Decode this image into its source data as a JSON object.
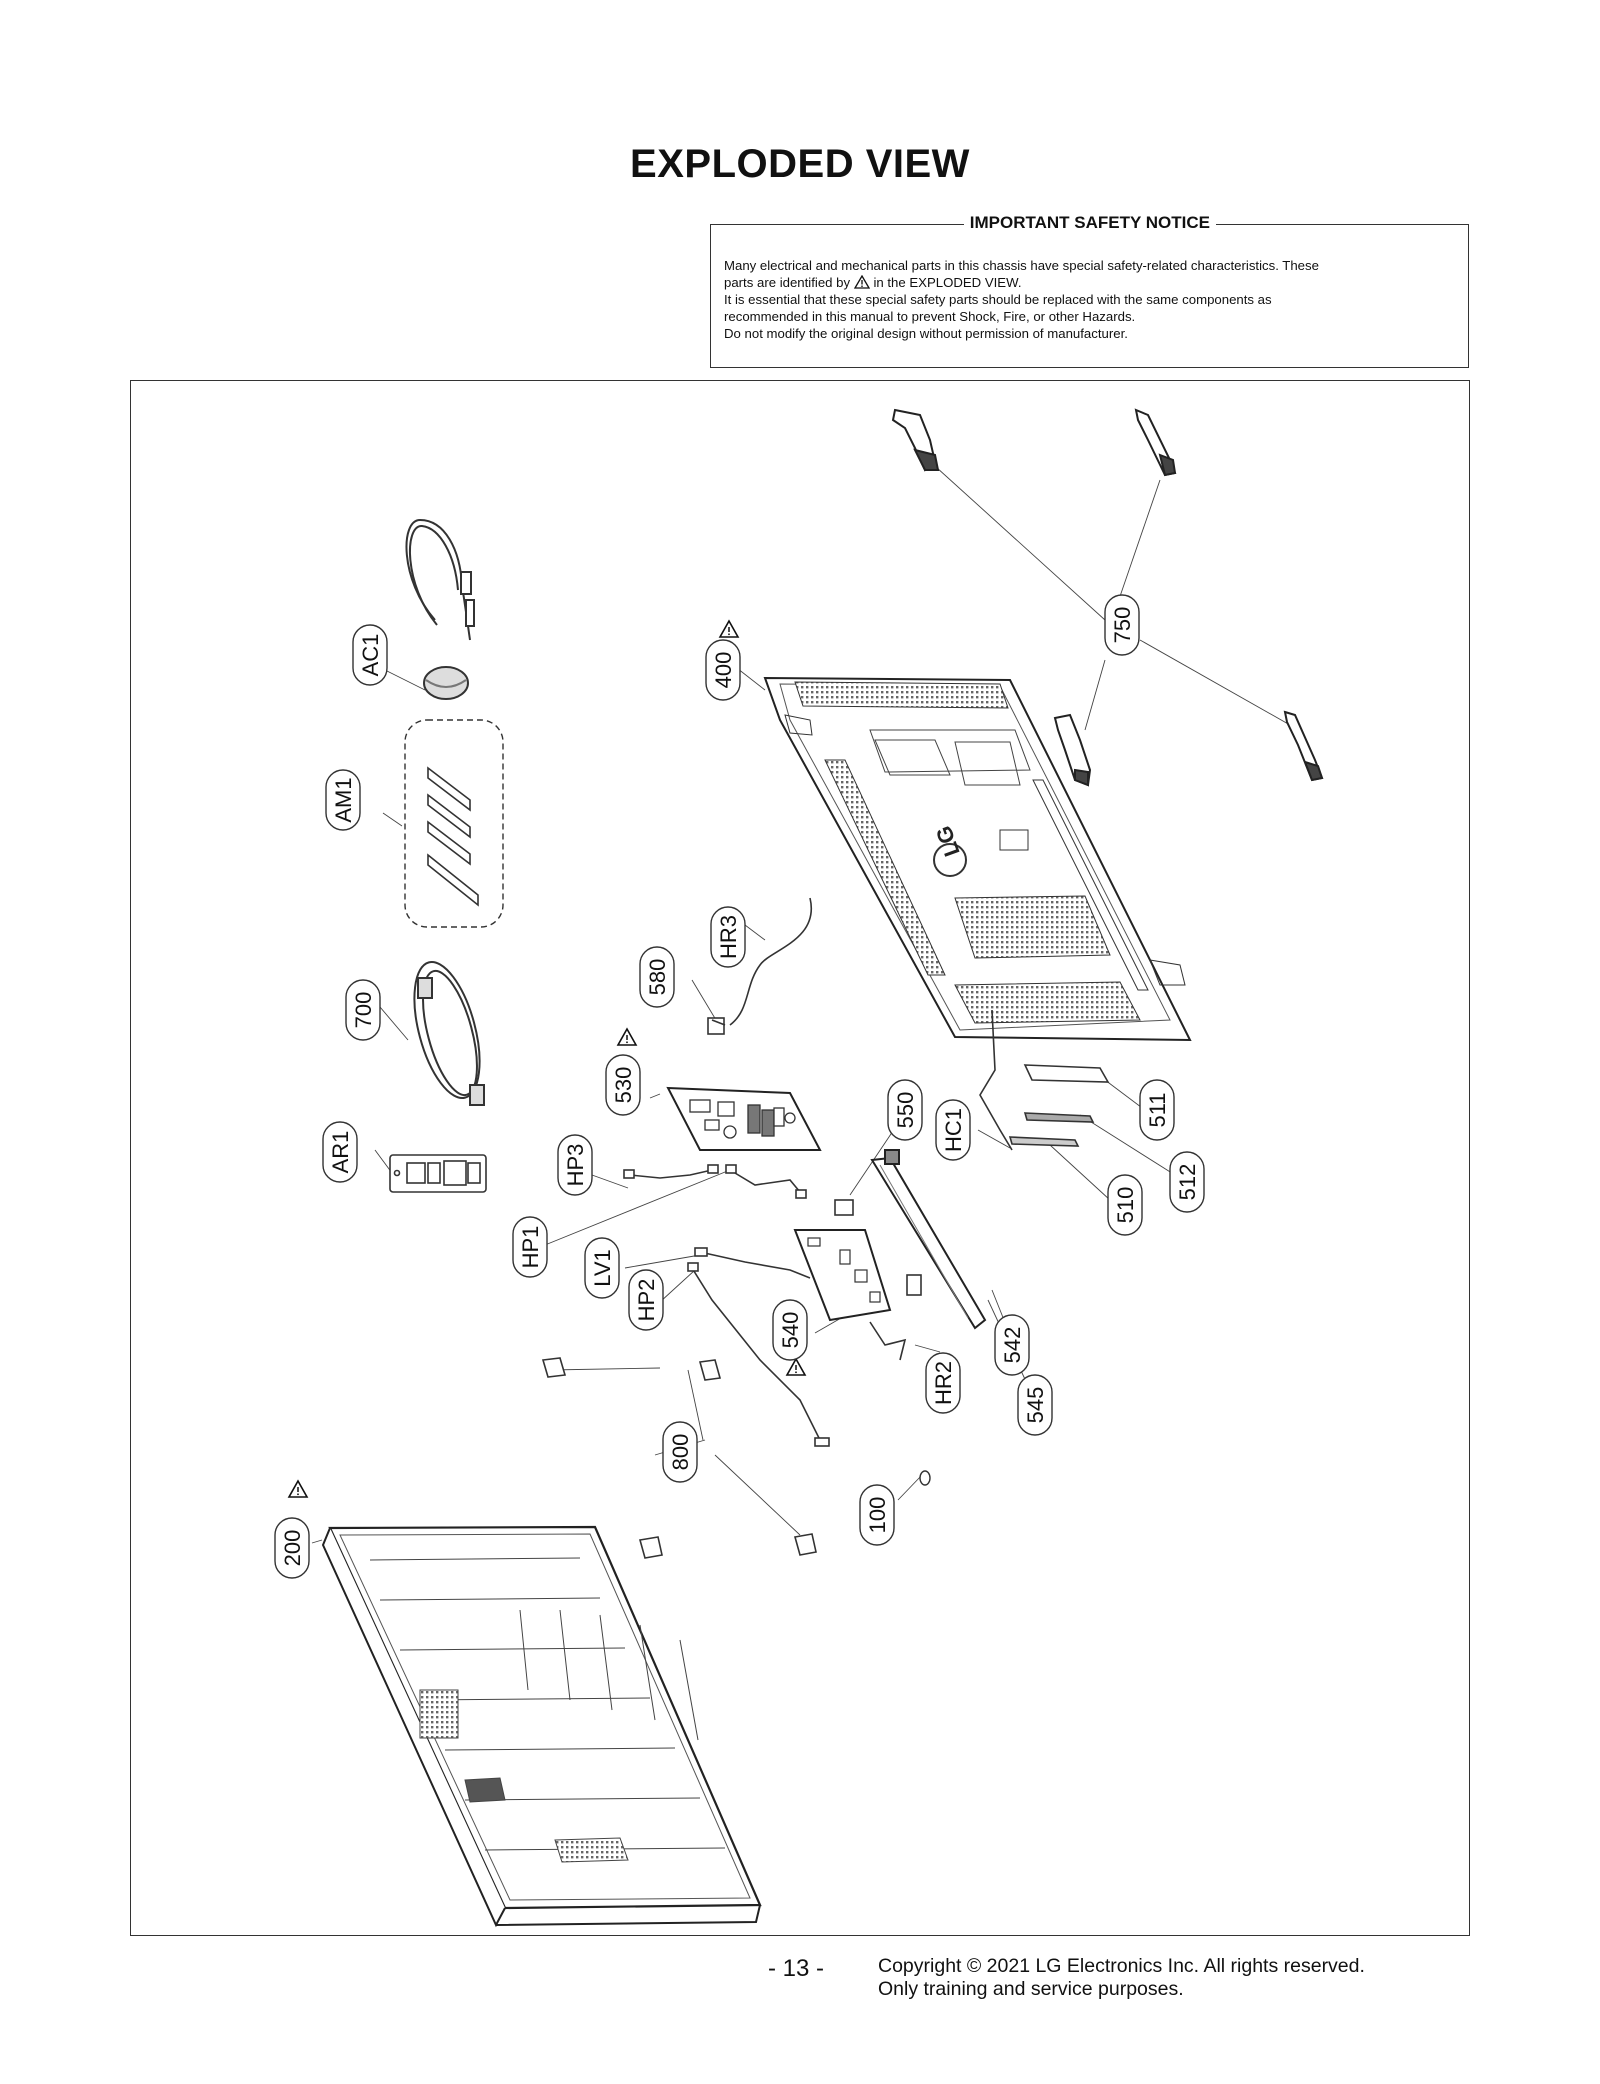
{
  "page_title": "EXPLODED VIEW",
  "safety_notice": {
    "heading": "IMPORTANT SAFETY NOTICE",
    "line1": "Many electrical and mechanical parts in this chassis have special safety-related characteristics. These",
    "line2_before": "parts are identified by",
    "line2_after": "in the EXPLODED VIEW.",
    "line3": "It is essential that these special safety parts should be replaced with the same components as",
    "line4": "recommended in this manual to prevent Shock, Fire, or other Hazards.",
    "line5": "Do not modify the original design without permission of manufacturer."
  },
  "parts": {
    "AC1": "AC1",
    "AM1": "AM1",
    "p700": "700",
    "AR1": "AR1",
    "p400": "400",
    "p750": "750",
    "HR3": "HR3",
    "p580": "580",
    "p530": "530",
    "HP3": "HP3",
    "HP1": "HP1",
    "LV1": "LV1",
    "HP2": "HP2",
    "p550": "550",
    "HC1": "HC1",
    "p511": "511",
    "p512": "512",
    "p510": "510",
    "p540": "540",
    "p542": "542",
    "HR2": "HR2",
    "p545": "545",
    "p800": "800",
    "p100": "100",
    "p200": "200"
  },
  "footer": {
    "page_number": "- 13 -",
    "copyright_line1": "Copyright © 2021 LG Electronics Inc. All rights reserved.",
    "copyright_line2": "Only training and service purposes."
  },
  "colors": {
    "line": "#333333",
    "part_fill": "#ffffff",
    "mesh": "#888888"
  }
}
